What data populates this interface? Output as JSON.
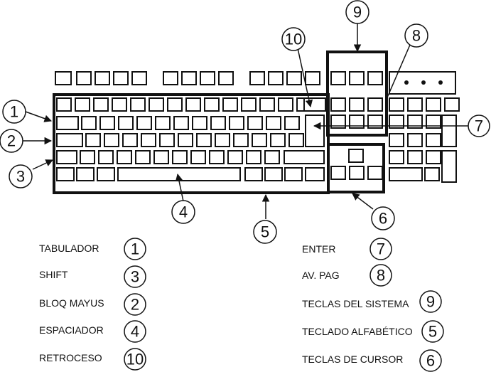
{
  "callouts": {
    "c1": "1",
    "c2": "2",
    "c3": "3",
    "c4": "4",
    "c5": "5",
    "c6": "6",
    "c7": "7",
    "c8": "8",
    "c9": "9",
    "c10": "10"
  },
  "legend": {
    "left": [
      {
        "label": "TABULADOR",
        "number": "1"
      },
      {
        "label": "SHIFT",
        "number": "3"
      },
      {
        "label": "BLOQ MAYUS",
        "number": "2"
      },
      {
        "label": "ESPACIADOR",
        "number": "4"
      },
      {
        "label": "RETROCESO",
        "number": "10"
      }
    ],
    "right": [
      {
        "label": "ENTER",
        "number": "7"
      },
      {
        "label": "AV. PAG",
        "number": "8"
      },
      {
        "label": "TECLAS DEL SISTEMA",
        "number": "9"
      },
      {
        "label": "TECLADO ALFABÉTICO",
        "number": "5"
      },
      {
        "label": "TECLAS DE CURSOR",
        "number": "6"
      }
    ]
  }
}
